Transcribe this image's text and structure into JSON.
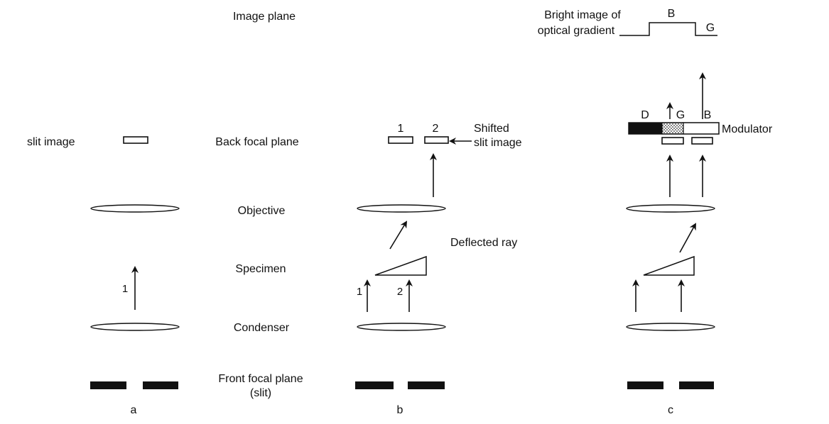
{
  "planes": {
    "image_plane": "Image plane",
    "back_focal_plane": "Back focal plane",
    "objective": "Objective",
    "specimen": "Specimen",
    "condenser": "Condenser",
    "front_focal_plane_line1": "Front focal plane",
    "front_focal_plane_line2": "(slit)"
  },
  "panel_a": {
    "caption": "a",
    "slit_image_label": "slit image",
    "ray_label": "1"
  },
  "panel_b": {
    "caption": "b",
    "slit_label_1": "1",
    "slit_label_2": "2",
    "shifted_line1": "Shifted",
    "shifted_line2": "slit image",
    "deflected_ray": "Deflected ray",
    "ray_label_1": "1",
    "ray_label_2": "2"
  },
  "panel_c": {
    "caption": "c",
    "bright_line1": "Bright image of",
    "bright_line2": "optical gradient",
    "label_B_top": "B",
    "label_G_top": "G",
    "label_D": "D",
    "label_G": "G",
    "label_B": "B",
    "modulator": "Modulator"
  },
  "colors": {
    "ink": "#111111"
  }
}
